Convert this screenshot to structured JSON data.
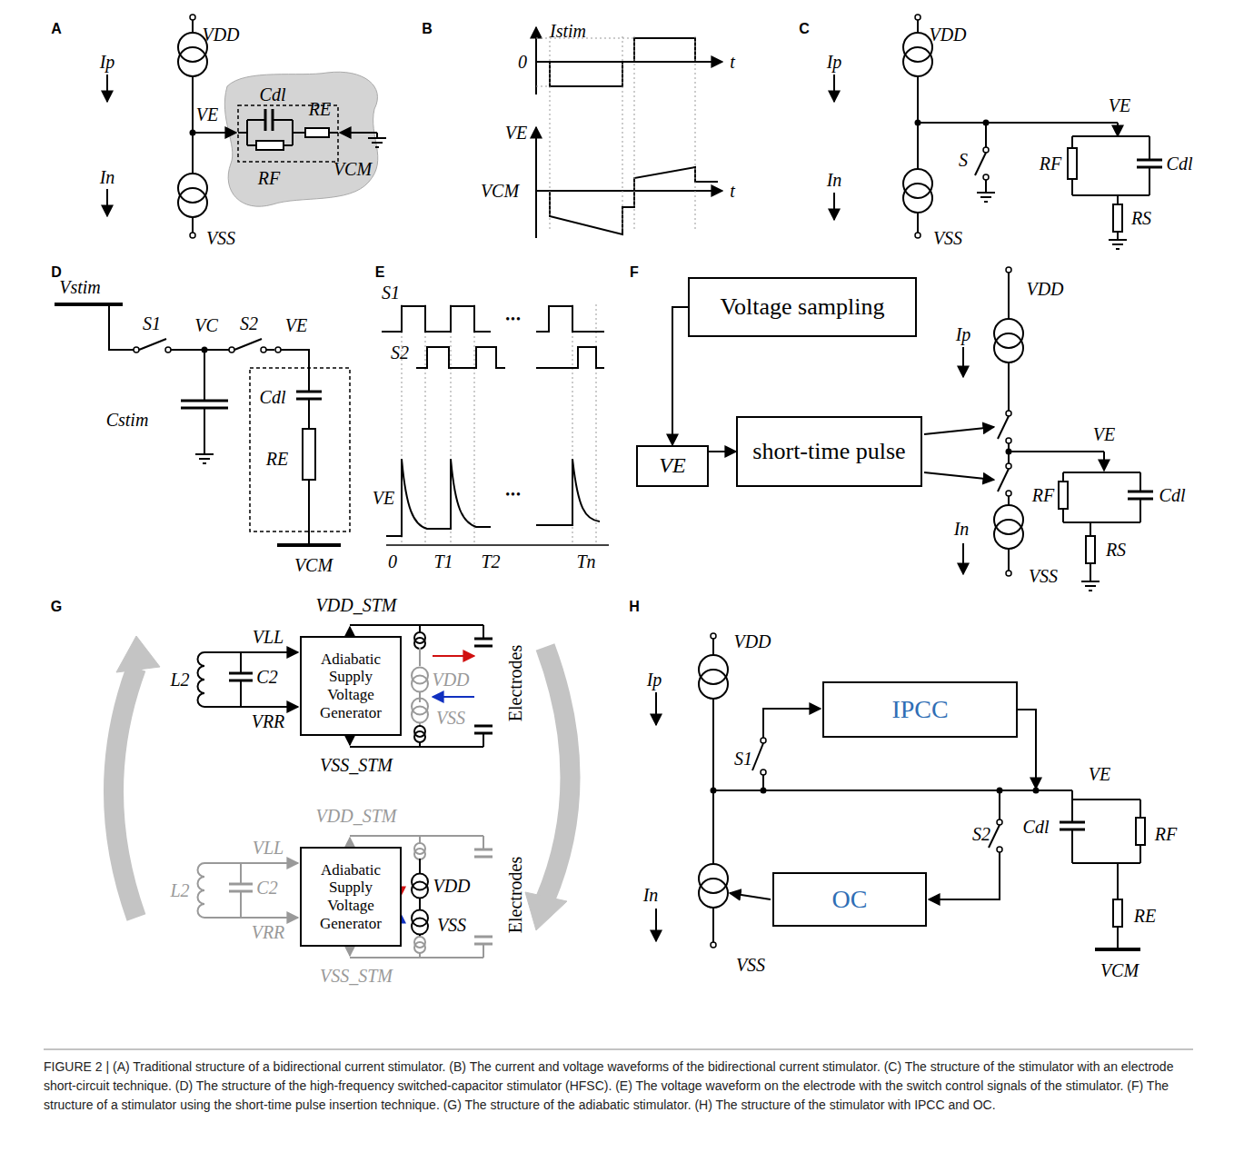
{
  "diagram": {
    "caption": "FIGURE 2 | (A) Traditional structure of a bidirectional current stimulator. (B) The current and voltage waveforms of the bidirectional current stimulator. (C) The structure of the stimulator with an electrode short-circuit technique. (D) The structure of the high-frequency switched-capacitor stimulator (HFSC). (E) The voltage waveform on the electrode with the switch control signals of the stimulator. (F) The structure of a stimulator using the short-time pulse insertion technique. (G) The structure of the adiabatic stimulator. (H) The structure of the stimulator with IPCC and OC.",
    "nodes": [
      {
        "text": [
          "Voltage sampling"
        ]
      },
      {
        "text": [
          "VE"
        ]
      },
      {
        "text": [
          "short-time pulse"
        ]
      },
      {
        "text": [
          "Adiabatic Supply Voltage Generator"
        ]
      },
      {
        "text": [
          "Adiabatic Supply Voltage Generator"
        ]
      },
      {
        "text": [
          "IPCC"
        ]
      },
      {
        "text": [
          "OC"
        ]
      }
    ],
    "edges": [
      {
        "from": 0,
        "to": 1,
        "arrow": "to"
      },
      {
        "from": 1,
        "to": 2,
        "arrow": "to"
      }
    ],
    "labels": [
      "A",
      "Ip",
      "VDD",
      "VE",
      "Cdl",
      "RE",
      "RF",
      "In",
      "VCM",
      "VSS",
      "B",
      "Istim",
      "0",
      "t",
      "VE",
      "VCM",
      "t",
      "C",
      "Ip",
      "VDD",
      "VE",
      "In",
      "S",
      "RF",
      "Cdl",
      "RS",
      "VSS",
      "D",
      "Vstim",
      "S1",
      "VC",
      "S2",
      "VE",
      "Cstim",
      "Cdl",
      "RE",
      "VCM",
      "E",
      "S1",
      "•••",
      "S2",
      "VE",
      "•••",
      "0",
      "T1",
      "T2",
      "Tn",
      "F",
      "VDD",
      "Ip",
      "VE",
      "RF",
      "Cdl",
      "In",
      "VSS",
      "RS",
      "G",
      "VDD_STM",
      "VLL",
      "L2",
      "C2",
      "VRR",
      "VSS_STM",
      "VDD",
      "VSS",
      "Electrodes",
      "VDD_STM",
      "VLL",
      "L2",
      "C2",
      "VRR",
      "VSS_STM",
      "VDD",
      "VSS",
      "Electrodes",
      "H",
      "VDD",
      "Ip",
      "S1",
      "S2",
      "VE",
      "Cdl",
      "RF",
      "In",
      "RE",
      "VSS",
      "VCM"
    ]
  }
}
